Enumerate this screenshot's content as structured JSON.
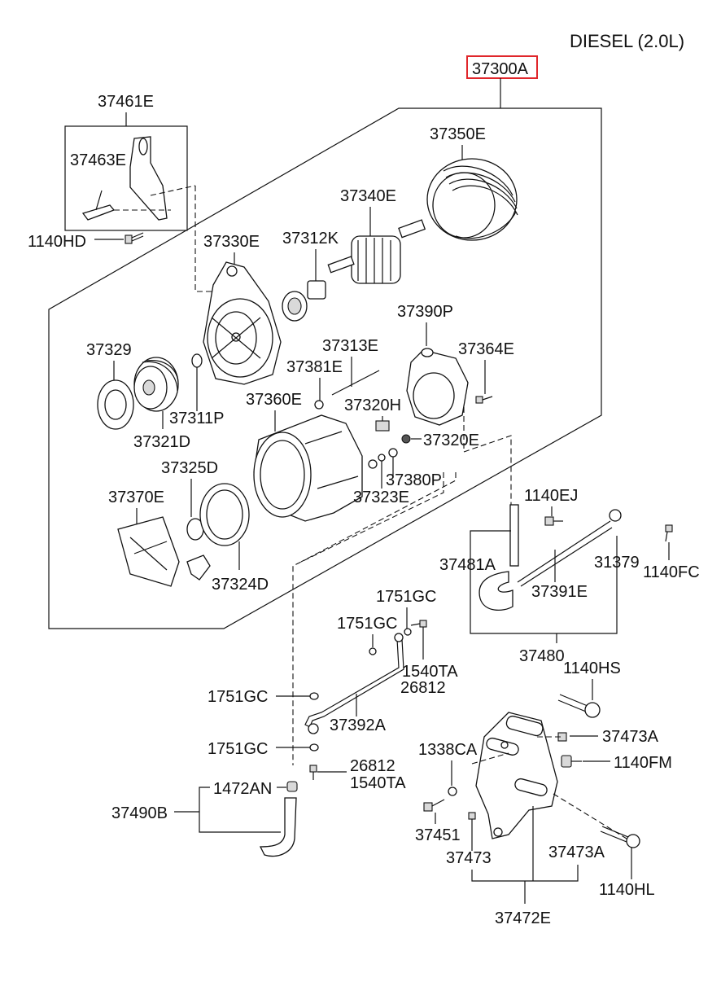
{
  "title": "DIESEL (2.0L)",
  "assembly_label": "37300A",
  "highlight_color": "#e0262b",
  "labels": {
    "l37461E": "37461E",
    "l37463E": "37463E",
    "l1140HD": "1140HD",
    "l37350E": "37350E",
    "l37340E": "37340E",
    "l37330E": "37330E",
    "l37312K": "37312K",
    "l37390P": "37390P",
    "l37313E": "37313E",
    "l37364E": "37364E",
    "l37329": "37329",
    "l37381E": "37381E",
    "l37360E": "37360E",
    "l37320H": "37320H",
    "l37311P": "37311P",
    "l37320E": "37320E",
    "l37321D": "37321D",
    "l37325D": "37325D",
    "l37380P": "37380P",
    "l37323E": "37323E",
    "l37370E": "37370E",
    "l1140EJ": "1140EJ",
    "l37481A": "37481A",
    "l31379": "31379",
    "l1140FC": "1140FC",
    "l37324D": "37324D",
    "l37391E": "37391E",
    "l1751GC_a": "1751GC",
    "l1751GC_b": "1751GC",
    "l37480": "37480",
    "l1540TA_a": "1540TA",
    "l26812_a": "26812",
    "l1140HS": "1140HS",
    "l1751GC_c": "1751GC",
    "l37392A": "37392A",
    "l37473A_a": "37473A",
    "l1751GC_d": "1751GC",
    "l1338CA": "1338CA",
    "l1140FM": "1140FM",
    "l26812_b": "26812",
    "l1540TA_b": "1540TA",
    "l1472AN": "1472AN",
    "l37490B": "37490B",
    "l37451": "37451",
    "l37473": "37473",
    "l37473A_b": "37473A",
    "l1140HL": "1140HL",
    "l37472E": "37472E"
  }
}
